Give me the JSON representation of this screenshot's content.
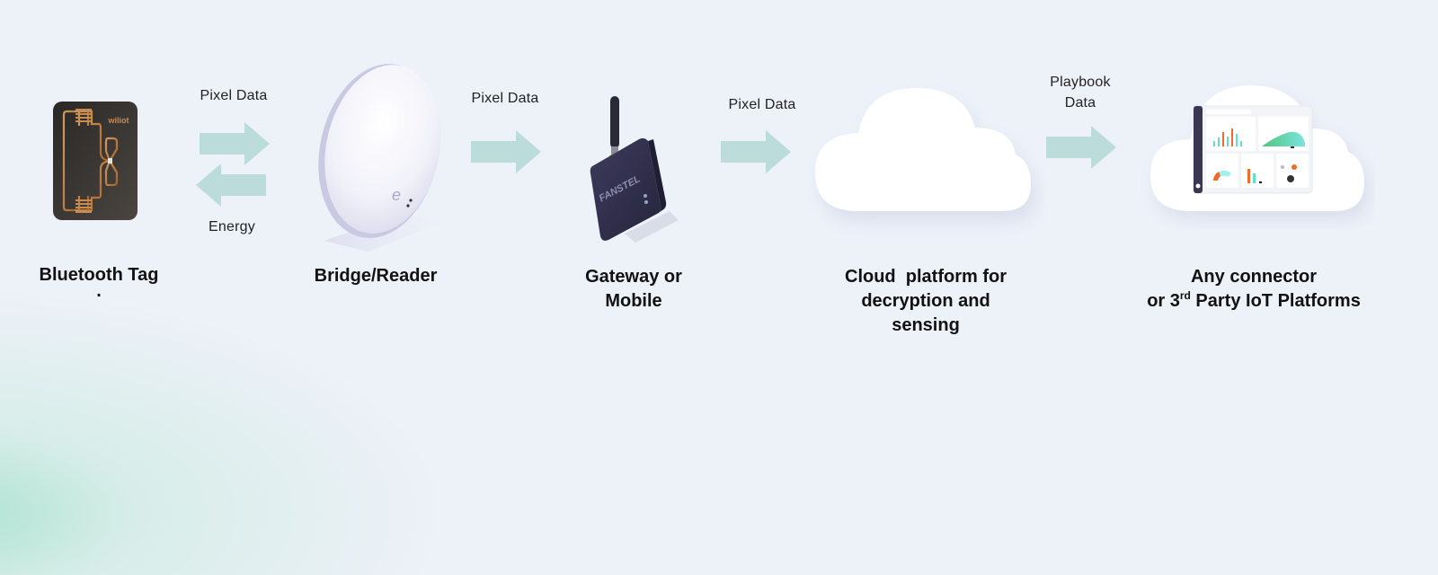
{
  "diagram": {
    "arrow_color": "#bcdcdc",
    "nodes": [
      {
        "id": "tag",
        "label": "Bluetooth Tag",
        "sub": ".",
        "icon": "bluetooth-tag-icon",
        "brand": "wiliot"
      },
      {
        "id": "bridge",
        "label": "Bridge/Reader",
        "icon": "bridge-reader-icon"
      },
      {
        "id": "gateway",
        "label_line1": "Gateway or",
        "label_line2": "Mobile",
        "icon": "gateway-icon",
        "brand": "FANSTEL"
      },
      {
        "id": "cloud",
        "label_line1": "Cloud  platform for",
        "label_line2": "decryption and",
        "label_line3": "sensing",
        "icon": "cloud-icon"
      },
      {
        "id": "platforms",
        "label_line1": "Any connector",
        "label_line2_pre": "or 3",
        "label_line2_sup": "rd",
        "label_line2_post": " Party IoT Platforms",
        "icon": "cloud-dashboard-icon"
      }
    ],
    "edges": [
      {
        "from": "tag",
        "to": "bridge",
        "label": "Pixel Data",
        "direction": "right"
      },
      {
        "from": "bridge",
        "to": "tag",
        "label": "Energy",
        "direction": "left"
      },
      {
        "from": "bridge",
        "to": "gateway",
        "label": "Pixel Data",
        "direction": "right"
      },
      {
        "from": "gateway",
        "to": "cloud",
        "label": "Pixel Data",
        "direction": "right"
      },
      {
        "from": "cloud",
        "to": "platforms",
        "label_line1": "Playbook",
        "label_line2": "Data",
        "direction": "right"
      }
    ]
  }
}
